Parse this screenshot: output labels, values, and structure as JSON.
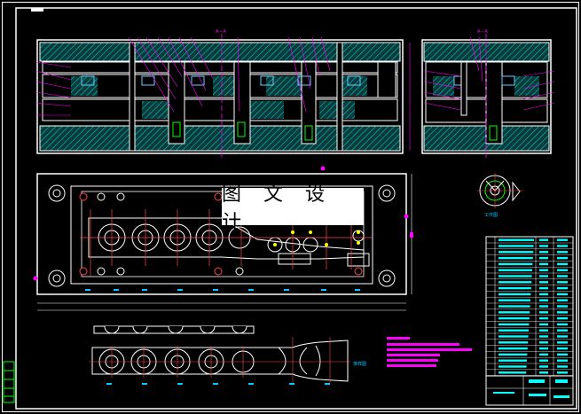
{
  "watermark": {
    "text": "图 文 设 计"
  },
  "section_labels": {
    "front_view": "A—A",
    "side_view": "A—A",
    "product_view": "工件图",
    "strip_view": "排样图"
  },
  "colors": {
    "background": "#000000",
    "frame": "#ffffff",
    "hatch": "#00c8c8",
    "dimension": "#ff00ff",
    "part": "#ffffff",
    "highlight": "#ff4040",
    "title_block": "#00ffff"
  }
}
